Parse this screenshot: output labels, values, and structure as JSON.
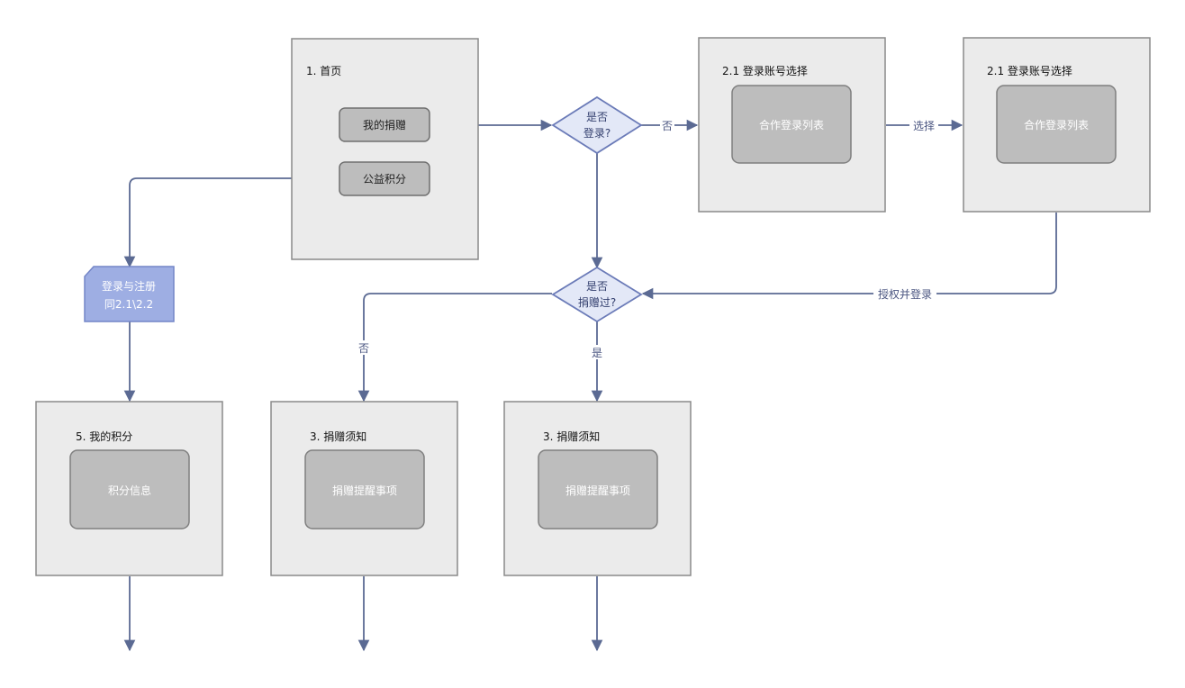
{
  "screens": {
    "home": {
      "title": "1. 首页",
      "btn_donate": "我的捐赠",
      "btn_points": "公益积分"
    },
    "account_select_1": {
      "title": "2.1 登录账号选择",
      "inner": "合作登录列表"
    },
    "account_select_2": {
      "title": "2.1 登录账号选择",
      "inner": "合作登录列表"
    },
    "my_points": {
      "title": "5. 我的积分",
      "inner": "积分信息"
    },
    "notice_1": {
      "title": "3. 捐赠须知",
      "inner": "捐赠提醒事项"
    },
    "notice_2": {
      "title": "3. 捐赠须知",
      "inner": "捐赠提醒事项"
    }
  },
  "decisions": {
    "logged_in": {
      "line1": "是否",
      "line2": "登录?"
    },
    "donated": {
      "line1": "是否",
      "line2": "捐赠过?"
    }
  },
  "offpage": {
    "line1": "登录与注册",
    "line2": "同2.1\\2.2"
  },
  "edge_labels": {
    "no_login": "否",
    "select": "选择",
    "authorize": "授权并登录",
    "no_donated": "否",
    "yes_donated": "是"
  },
  "colors": {
    "frame_fill": "#ebebeb",
    "inner_fill": "#bdbdbd",
    "decision_fill": "#e3e8f7",
    "offpage_fill": "#9eaee3",
    "edge": "#5b6a93"
  }
}
